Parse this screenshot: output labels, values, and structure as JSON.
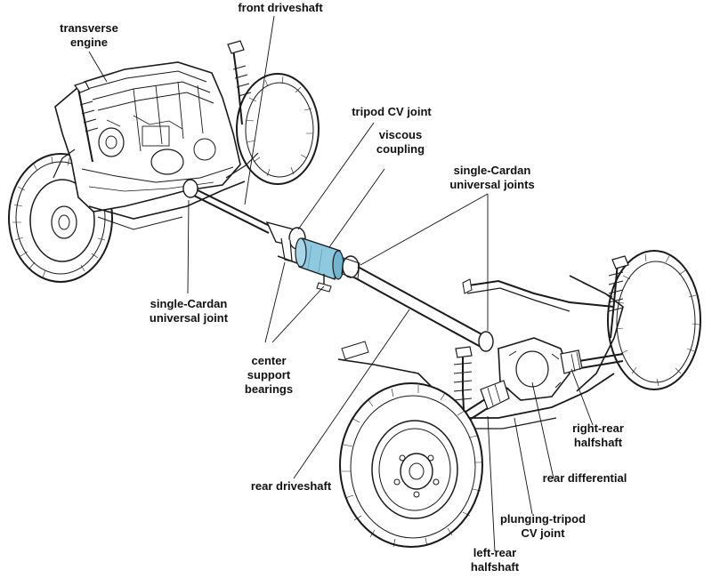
{
  "labels": {
    "front_driveshaft": "front driveshaft",
    "transverse_engine": "transverse\nengine",
    "tripod_cv_joint": "tripod CV joint",
    "viscous_coupling": "viscous\ncoupling",
    "single_cardan_ujoints": "single-Cardan\nuniversal joints",
    "single_cardan_ujoint": "single-Cardan\nuniversal joint",
    "center_support_bearings": "center\nsupport\nbearings",
    "rear_driveshaft": "rear driveshaft",
    "right_rear_halfshaft": "right-rear\nhalfshaft",
    "rear_differential": "rear differential",
    "plunging_tripod_cv_joint": "plunging-tripod\nCV joint",
    "left_rear_halfshaft": "left-rear\nhalfshaft"
  },
  "colors": {
    "viscous_coupling_fill": "#8ec9e0",
    "ink": "#1a1a1a"
  }
}
